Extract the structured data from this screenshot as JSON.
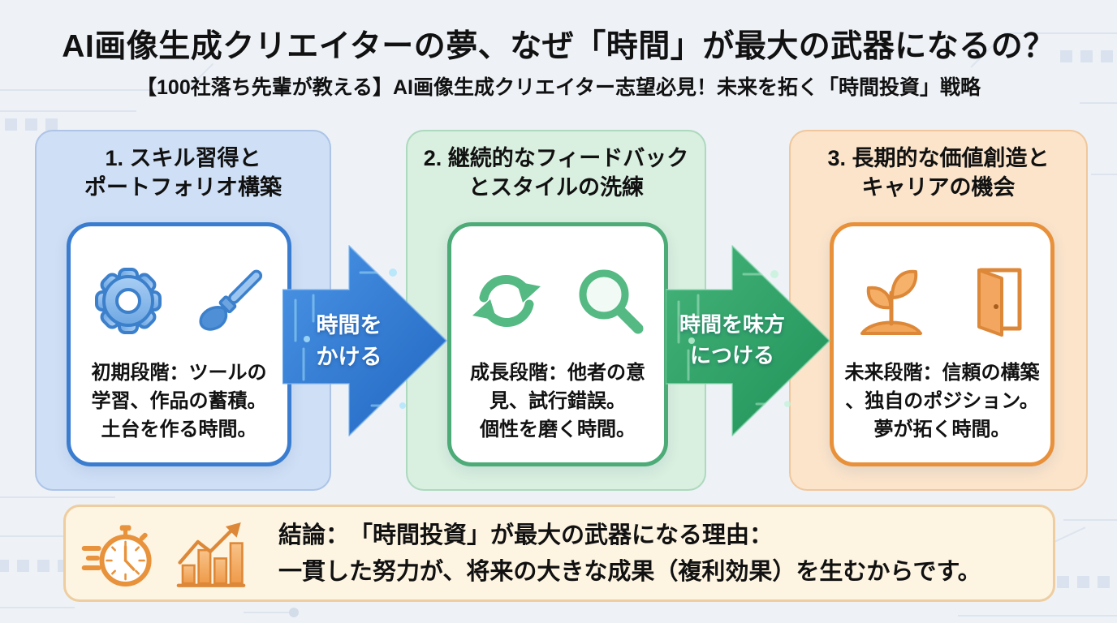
{
  "header": {
    "title": "AI画像生成クリエイターの夢、なぜ「時間」が最大の武器になるの？",
    "subtitle": "【100社落ち先輩が教える】AI画像生成クリエイター志望必見！未来を拓く「時間投資」戦略"
  },
  "steps": [
    {
      "title_line1": "1. スキル習得と",
      "title_line2": "ポートフォリオ構築",
      "description": [
        "初期段階：ツールの",
        "学習、作品の蓄積。",
        "土台を作る時間。"
      ],
      "icons": [
        "gear-icon",
        "paintbrush-icon"
      ],
      "bg_color": "#cfdff5",
      "accent_color": "#3a7dd0"
    },
    {
      "title_line1": "2. 継続的なフィードバック",
      "title_line2": "とスタイルの洗練",
      "description": [
        "成長段階：他者の意",
        "見、試行錯誤。",
        "個性を磨く時間。"
      ],
      "icons": [
        "refresh-icon",
        "search-icon"
      ],
      "bg_color": "#d9efdf",
      "accent_color": "#4cab77"
    },
    {
      "title_line1": "3. 長期的な価値創造と",
      "title_line2": "キャリアの機会",
      "description": [
        "未来段階：信頼の構築",
        "、独自のポジション。",
        "夢が拓く時間。"
      ],
      "icons": [
        "seedling-icon",
        "open-door-icon"
      ],
      "bg_color": "#fbe4ca",
      "accent_color": "#e8913a"
    }
  ],
  "arrows": [
    {
      "label_line1": "時間を",
      "label_line2": "かける",
      "color": "#2e7ad0"
    },
    {
      "label_line1": "時間を味方",
      "label_line2": "につける",
      "color": "#2f9e66"
    }
  ],
  "conclusion": {
    "line1": "結論：　「時間投資」が最大の武器になる理由：",
    "line2": "一貫した努力が、将来の大きな成果（複利効果）を生むからです。",
    "icons": [
      "stopwatch-icon",
      "growth-chart-icon"
    ],
    "bg_color": "#fdf4e2",
    "border_color": "#eecda0"
  }
}
